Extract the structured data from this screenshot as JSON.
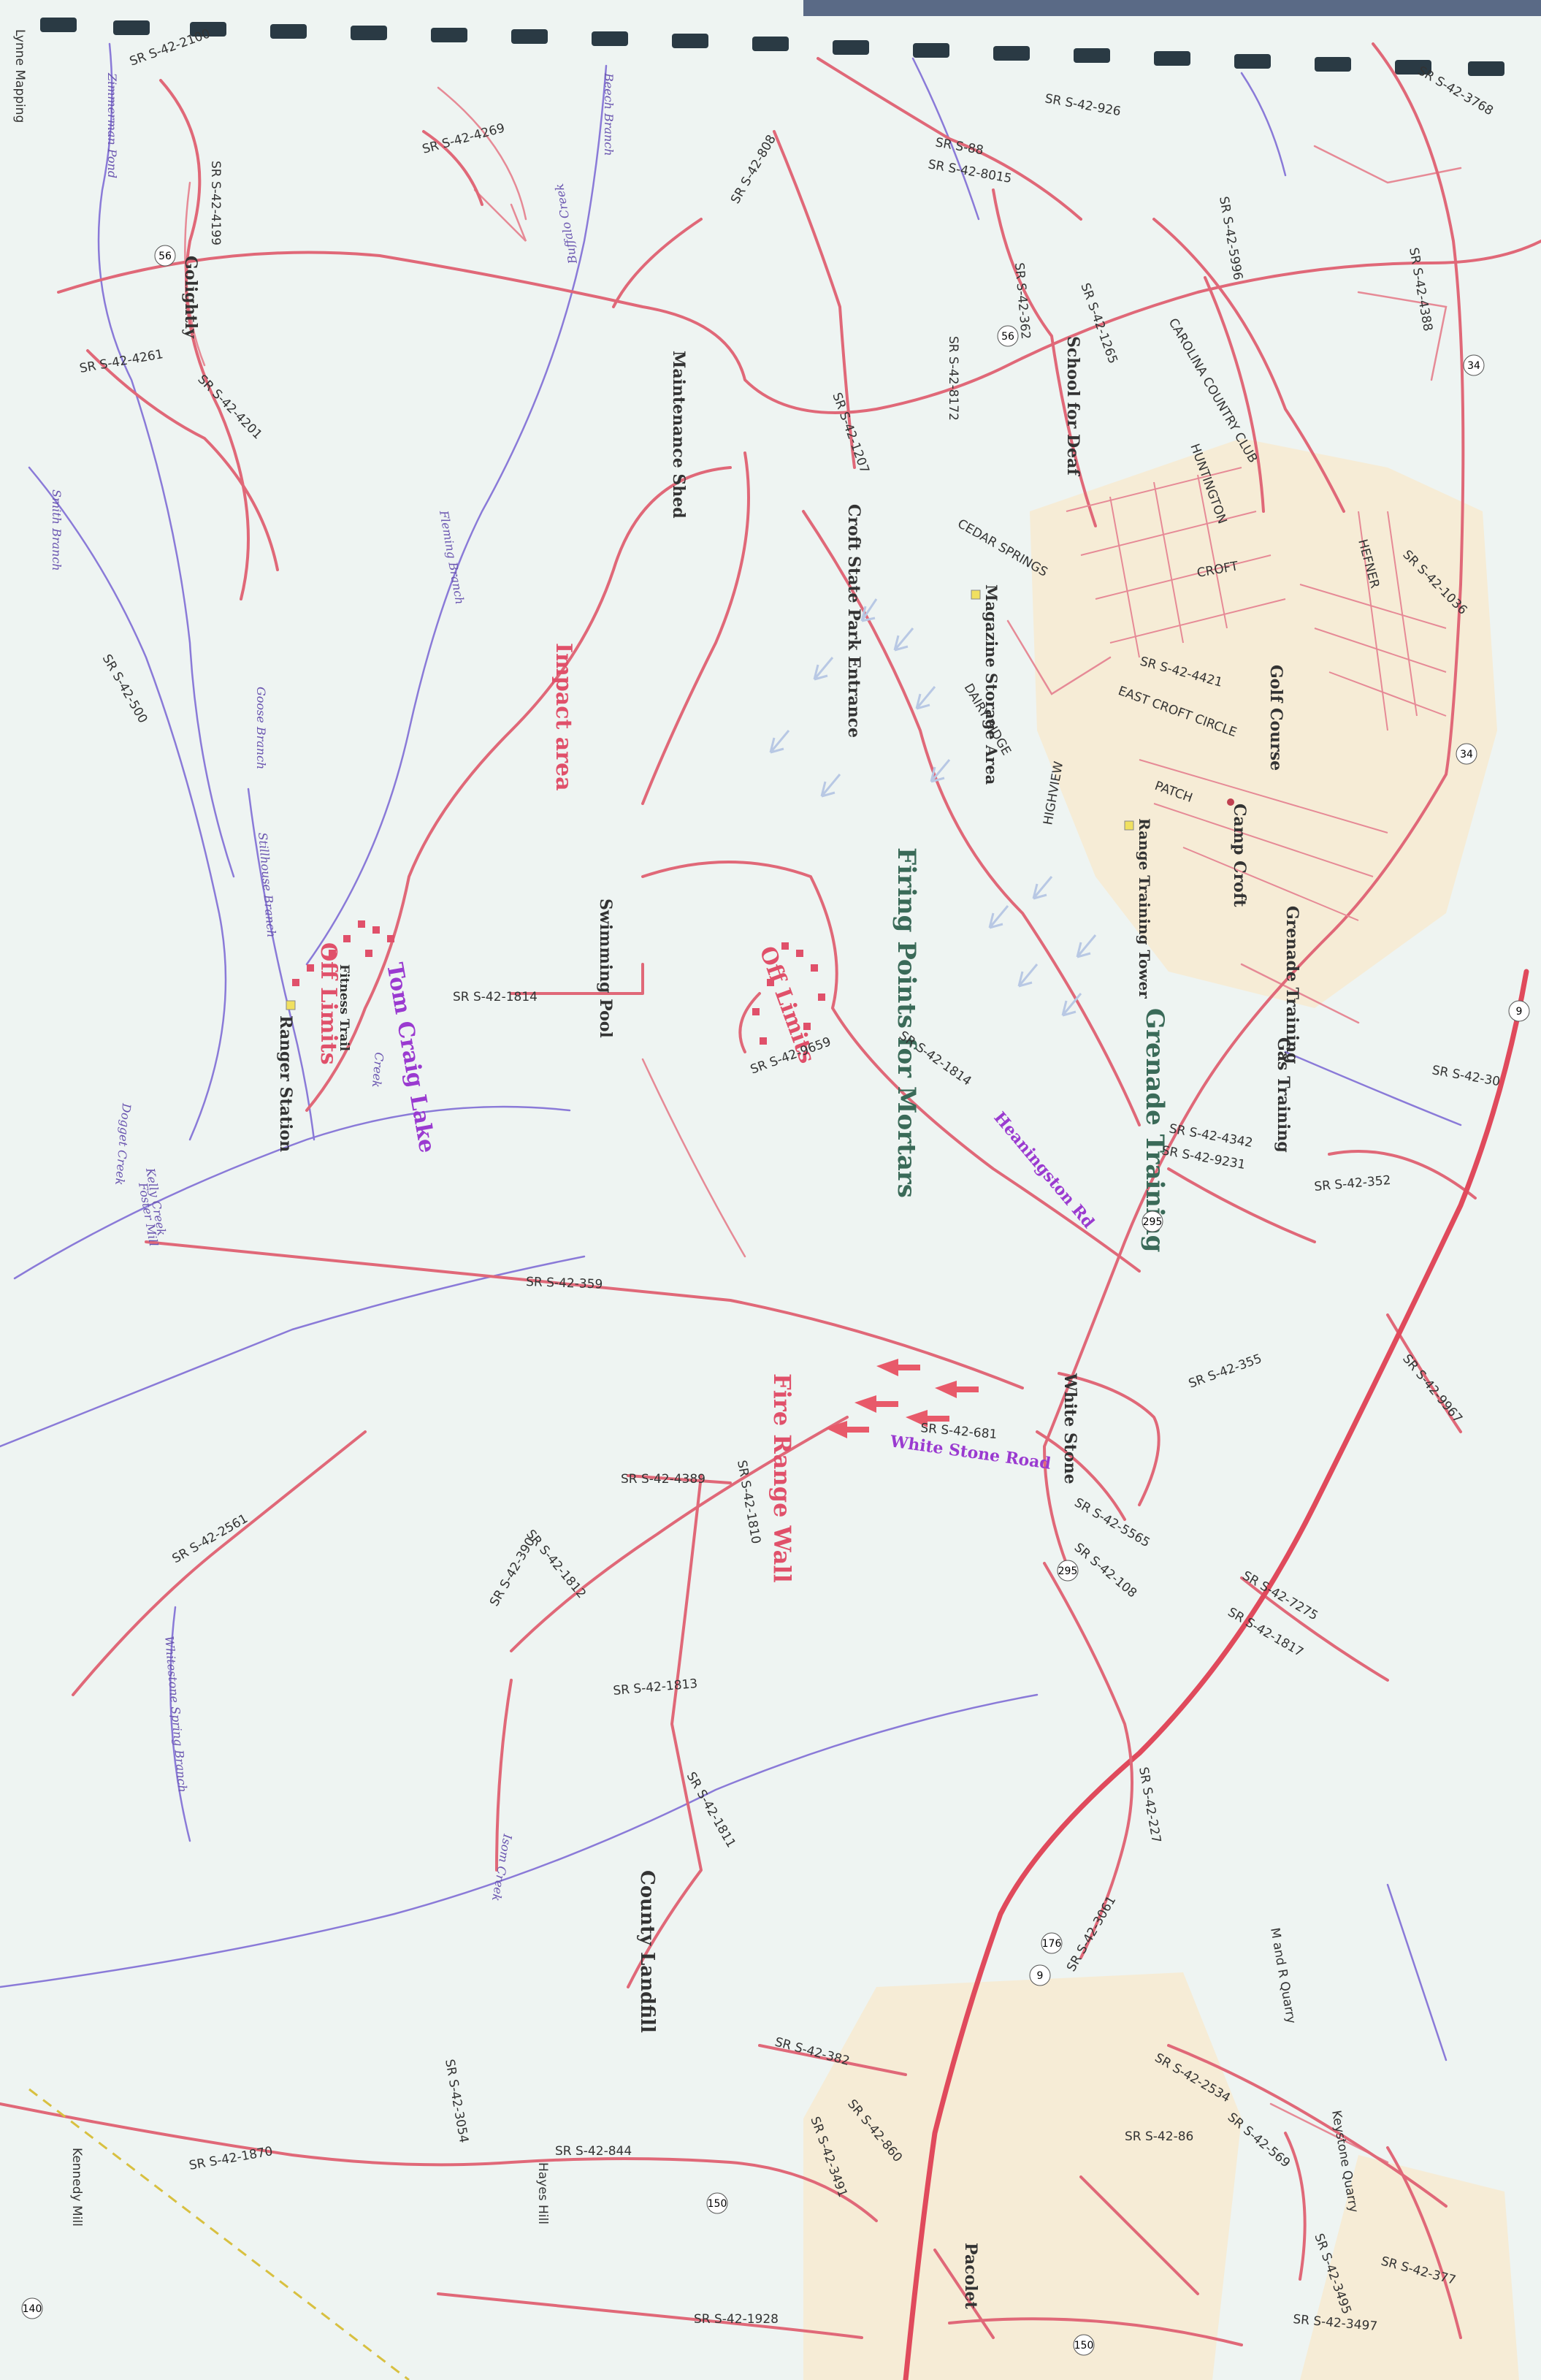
{
  "margin_label": "Lynne Mapping",
  "water_labels": [
    "Zimmerman Pond",
    "Beech Branch",
    "Buffalo Creek",
    "Smith Branch",
    "Fleming Branch",
    "Goose Branch",
    "Stillhouse Branch",
    "Creek",
    "Dogget Creek",
    "Kelly Creek",
    "Whitestone Spring Branch",
    "Isom Creek"
  ],
  "place_labels": [
    "Golightly",
    "Maintenance Shed",
    "Croft State Park Entrance",
    "School for Deaf",
    "Magazine Storage Area",
    "Golf Course",
    "Range Training Tower",
    "Camp Croft",
    "Grenade Training",
    "Gas Training",
    "Grenade Training",
    "Swimming Pool",
    "Fitness Trail",
    "Ranger Station",
    "Foster Mill",
    "White Stone",
    "County Landfill",
    "M and R Quarry",
    "Keystone Quarry",
    "Pacolet",
    "Hayes Hill",
    "Kennedy Mill"
  ],
  "highlight_labels": {
    "impact_area": "Impact area",
    "off_limits_1": "Off Limits",
    "off_limits_2": "Off Limits",
    "lake": "Tom Craig Lake",
    "firing_points": "Firing Points for Mortars",
    "fire_range_wall": "Fire Range Wall"
  },
  "named_roads": [
    "CAROLINA COUNTRY CLUB",
    "HUNTINGTON",
    "CEDAR SPRINGS",
    "CROFT",
    "HEFNER",
    "DAIRY RIDGE",
    "EAST CROFT CIRCLE",
    "HIGHVIEW",
    "PATCH",
    "Heaningston Rd",
    "White Stone Road"
  ],
  "road_labels": [
    "SR S-42-2100",
    "SR S-42-4199",
    "SR S-42-4269",
    "SR S-42-4261",
    "SR S-42-4201",
    "SR S-42-500",
    "SR S-42-808",
    "SR S-42-1207",
    "SR S-42-8172",
    "SR S-42-926",
    "SR S-88",
    "SR S-42-8015",
    "SR S-42-5996",
    "SR S-42-362",
    "SR S-42-1265",
    "SR S-42-4388",
    "SR S-42-3768",
    "SR S-42-1036",
    "SR S-42-4421",
    "SR S-42-1814",
    "SR S-42-1814",
    "SR S-42-9659",
    "SR S-42-4342",
    "SR S-42-9231",
    "SR S-42-359",
    "SR S-42-681",
    "SR S-42-4389",
    "SR S-42-1810",
    "SR S-42-2561",
    "SR S-42-1812",
    "SR S-42-390",
    "SR S-42-1813",
    "SR S-42-5565",
    "SR S-42-108",
    "SR S-42-7275",
    "SR S-42-1817",
    "SR S-42-9967",
    "SR S-42-352",
    "SR S-42-355",
    "SR S-42-1811",
    "SR S-42-227",
    "SR S-42-382",
    "SR S-42-3054",
    "SR S-42-844",
    "SR S-42-1870",
    "SR S-42-2534",
    "SR S-42-569",
    "SR S-42-377",
    "SR S-42-3497",
    "SR S-42-3495",
    "SR S-42-1928",
    "SR S-42-860",
    "SR S-42-3491",
    "SR S-42-86",
    "SR S-42-30",
    "SR S-42-3061"
  ],
  "shields": [
    "56",
    "56",
    "34",
    "34",
    "295",
    "295",
    "176",
    "9",
    "9",
    "150",
    "150",
    "140"
  ]
}
